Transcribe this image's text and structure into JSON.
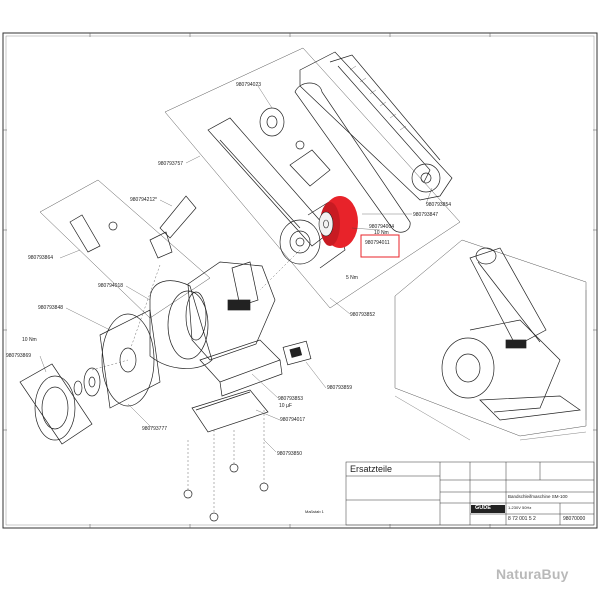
{
  "drawing": {
    "part_labels": {
      "p980794023": "980794023",
      "p980793757": "980793757",
      "p980794212": "980794212*",
      "p980793864": "980793864",
      "p980794018": "980794018",
      "p980793848": "980793848",
      "p980793869": "980793869",
      "p980793777": "980793777",
      "p980793854": "980793854",
      "p980793847": "980793847",
      "p980794004": "980794004",
      "p980794011": "980794011",
      "p980793852": "980793852",
      "p980793859": "980793859",
      "p980793853": "980793853",
      "p980794017": "980794017",
      "p980793850": "980793850"
    },
    "torque_labels": {
      "t10nm_left": "10 Nm",
      "t10nm_right": "10 Nm",
      "t5nm": "5 Nm",
      "t10uf": "10 µF"
    },
    "highlight_color": "#e8232a",
    "title_block": {
      "title": "Ersatzteile",
      "product": "Bandschleifmaschine SM-100",
      "spec": "1-230V 50Hz",
      "drawing_number": "8 72 001 5 2",
      "part_code": "98070000",
      "logo_text": "GÜDE",
      "scale_label": "Maßstab 1"
    }
  },
  "watermark": {
    "text": "NaturaBuy"
  }
}
